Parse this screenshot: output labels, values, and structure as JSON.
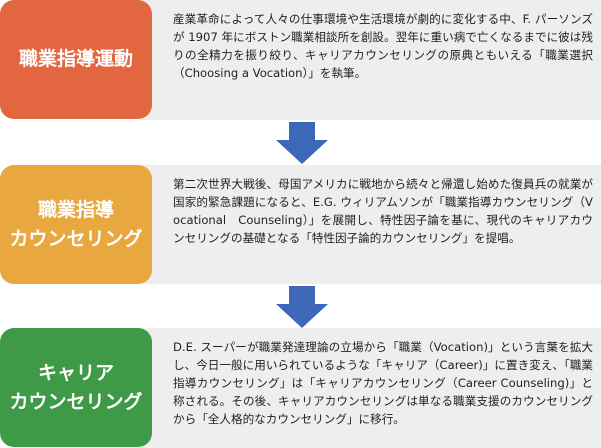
{
  "stages": [
    {
      "label": "職業指導運動",
      "color": "#e2663f",
      "text": "産業革命によって人々の仕事環境や生活環境が劇的に変化する中、F. パーソンズが 1907 年にボストン職業相談所を創設。翌年に重い病で亡くなるまでに彼は残りの全精力を振り絞り、キャリアカウンセリングの原典ともいえる「職業選択（Choosing a Vocation）」を執筆。"
    },
    {
      "label": "職業指導\nカウンセリング",
      "color": "#e8a83f",
      "text": "第二次世界大戦後、母国アメリカに戦地から続々と帰還し始めた復員兵の就業が国家的緊急課題になると、E.G. ウィリアムソンが「職業指導カウンセリング（Vocational　Counseling）」を展開し、特性因子論を基に、現代のキャリアカウンセリングの基礎となる「特性因子論的カウンセリング」を提唱。"
    },
    {
      "label": "キャリア\nカウンセリング",
      "color": "#3f9a47",
      "text": "D.E. スーパーが職業発達理論の立場から「職業（Vocation)」という言葉を拡大し、今日一般に用いられているような「キャリア（Career)」に置き変え、「職業指導カウンセリング」は「キャリアカウンセリング（Career Counseling)」と称される。その後、キャリアカウンセリングは単なる職業支援のカウンセリングから「全人格的なカウンセリング」に移行。"
    }
  ],
  "arrow_color": "#3d68b7",
  "arrow_icon": "down-arrow-icon"
}
